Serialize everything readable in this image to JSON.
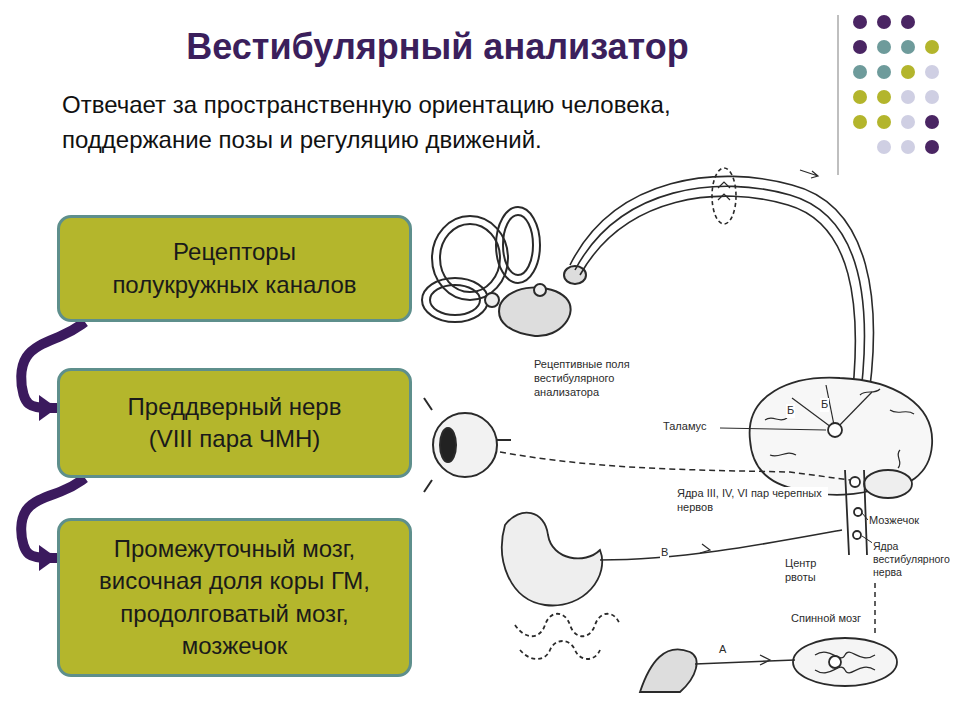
{
  "diagram": {
    "title": "Вестибулярный анализатор",
    "nodes": [
      {
        "text": [
          "Рецепторы полукружных каналов"
        ]
      },
      {
        "text": [
          "Преддверный нерв (VIII пара ЧМН)"
        ]
      },
      {
        "text": [
          "Промежуточный мозг, височная доля коры ГМ, продолговатый мозг, мозжечок"
        ]
      }
    ],
    "edges": [
      {
        "from": 0,
        "to": 1,
        "arrow": "to"
      },
      {
        "from": 1,
        "to": 2,
        "arrow": "to"
      }
    ],
    "labels": [
      "Отвечает за пространственную ориентацию человека, поддержание позы и регуляцию движений.",
      "Рецептивные поля вестибулярного анализатора",
      "Таламус",
      "Б",
      "Б",
      "Ядра III, IV, VI пар черепных нервов",
      "Мозжечок",
      "В",
      "Центр рвоты",
      "Ядра вестибулярного нерва",
      "Спинной мозг",
      "А"
    ]
  }
}
